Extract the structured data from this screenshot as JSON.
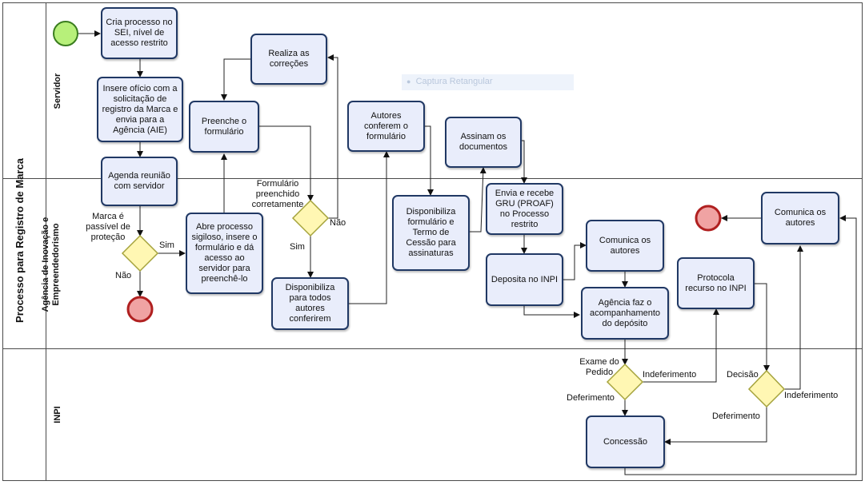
{
  "pool": {
    "title": "Processo para Registro de Marca"
  },
  "lanes": [
    {
      "id": "servidor",
      "name": "Servidor"
    },
    {
      "id": "agencia",
      "name": "Agência de Inovação e Empreendedorismo"
    },
    {
      "id": "inpi",
      "name": "INPI"
    }
  ],
  "tasks": {
    "cria_processo": "Cria processo no SEI, nível de acesso restrito",
    "insere_oficio": "Insere ofício com a solicitação de registro da Marca e envia para a Agência (AIE)",
    "agenda_reuniao": "Agenda reunião com servidor",
    "realiza_correcoes": "Realiza as correções",
    "preenche_formulario": "Preenche o formulário",
    "abre_processo": "Abre processo sigiloso, insere o formulário e dá acesso ao servidor para preenchê-lo",
    "disponibiliza_autores": "Disponibiliza para todos autores conferirem",
    "autores_conferem": "Autores conferem o formulário",
    "disponibiliza_termo": "Disponibiliza formulário e Termo de Cessão para assinaturas",
    "assinam_documentos": "Assinam os documentos",
    "envia_gru": "Envia e recebe GRU (PROAF) no Processo restrito",
    "deposita_inpi": "Deposita no INPI",
    "comunica_autores_1": "Comunica os autores",
    "acompanhamento": "Agência faz o acompanhamento do depósito",
    "protocola_recurso": "Protocola recurso no INPI",
    "comunica_autores_2": "Comunica os autores",
    "concessao": "Concessão"
  },
  "gateway_labels": {
    "marca_question": "Marca é passível de proteção",
    "sim_1": "Sim",
    "nao_1": "Não",
    "formulario_question": "Formulário preenchido corretamente",
    "nao_2": "Não",
    "sim_2": "Sim",
    "exame_question": "Exame do Pedido",
    "indeferimento_1": "Indeferimento",
    "deferimento_1": "Deferimento",
    "decisao_question": "Decisão",
    "indeferimento_2": "Indeferimento",
    "deferimento_2": "Deferimento"
  },
  "overlay": {
    "ghost_text": "Captura Retangular"
  },
  "colors": {
    "task_fill": "#e9edfb",
    "task_stroke": "#203864",
    "start_fill": "#b7f07a",
    "start_stroke": "#3a7d1f",
    "end_fill": "#f0a3a3",
    "end_stroke": "#b02020",
    "gateway_fill": "#fff7b3",
    "gateway_stroke": "#a5a33c"
  }
}
